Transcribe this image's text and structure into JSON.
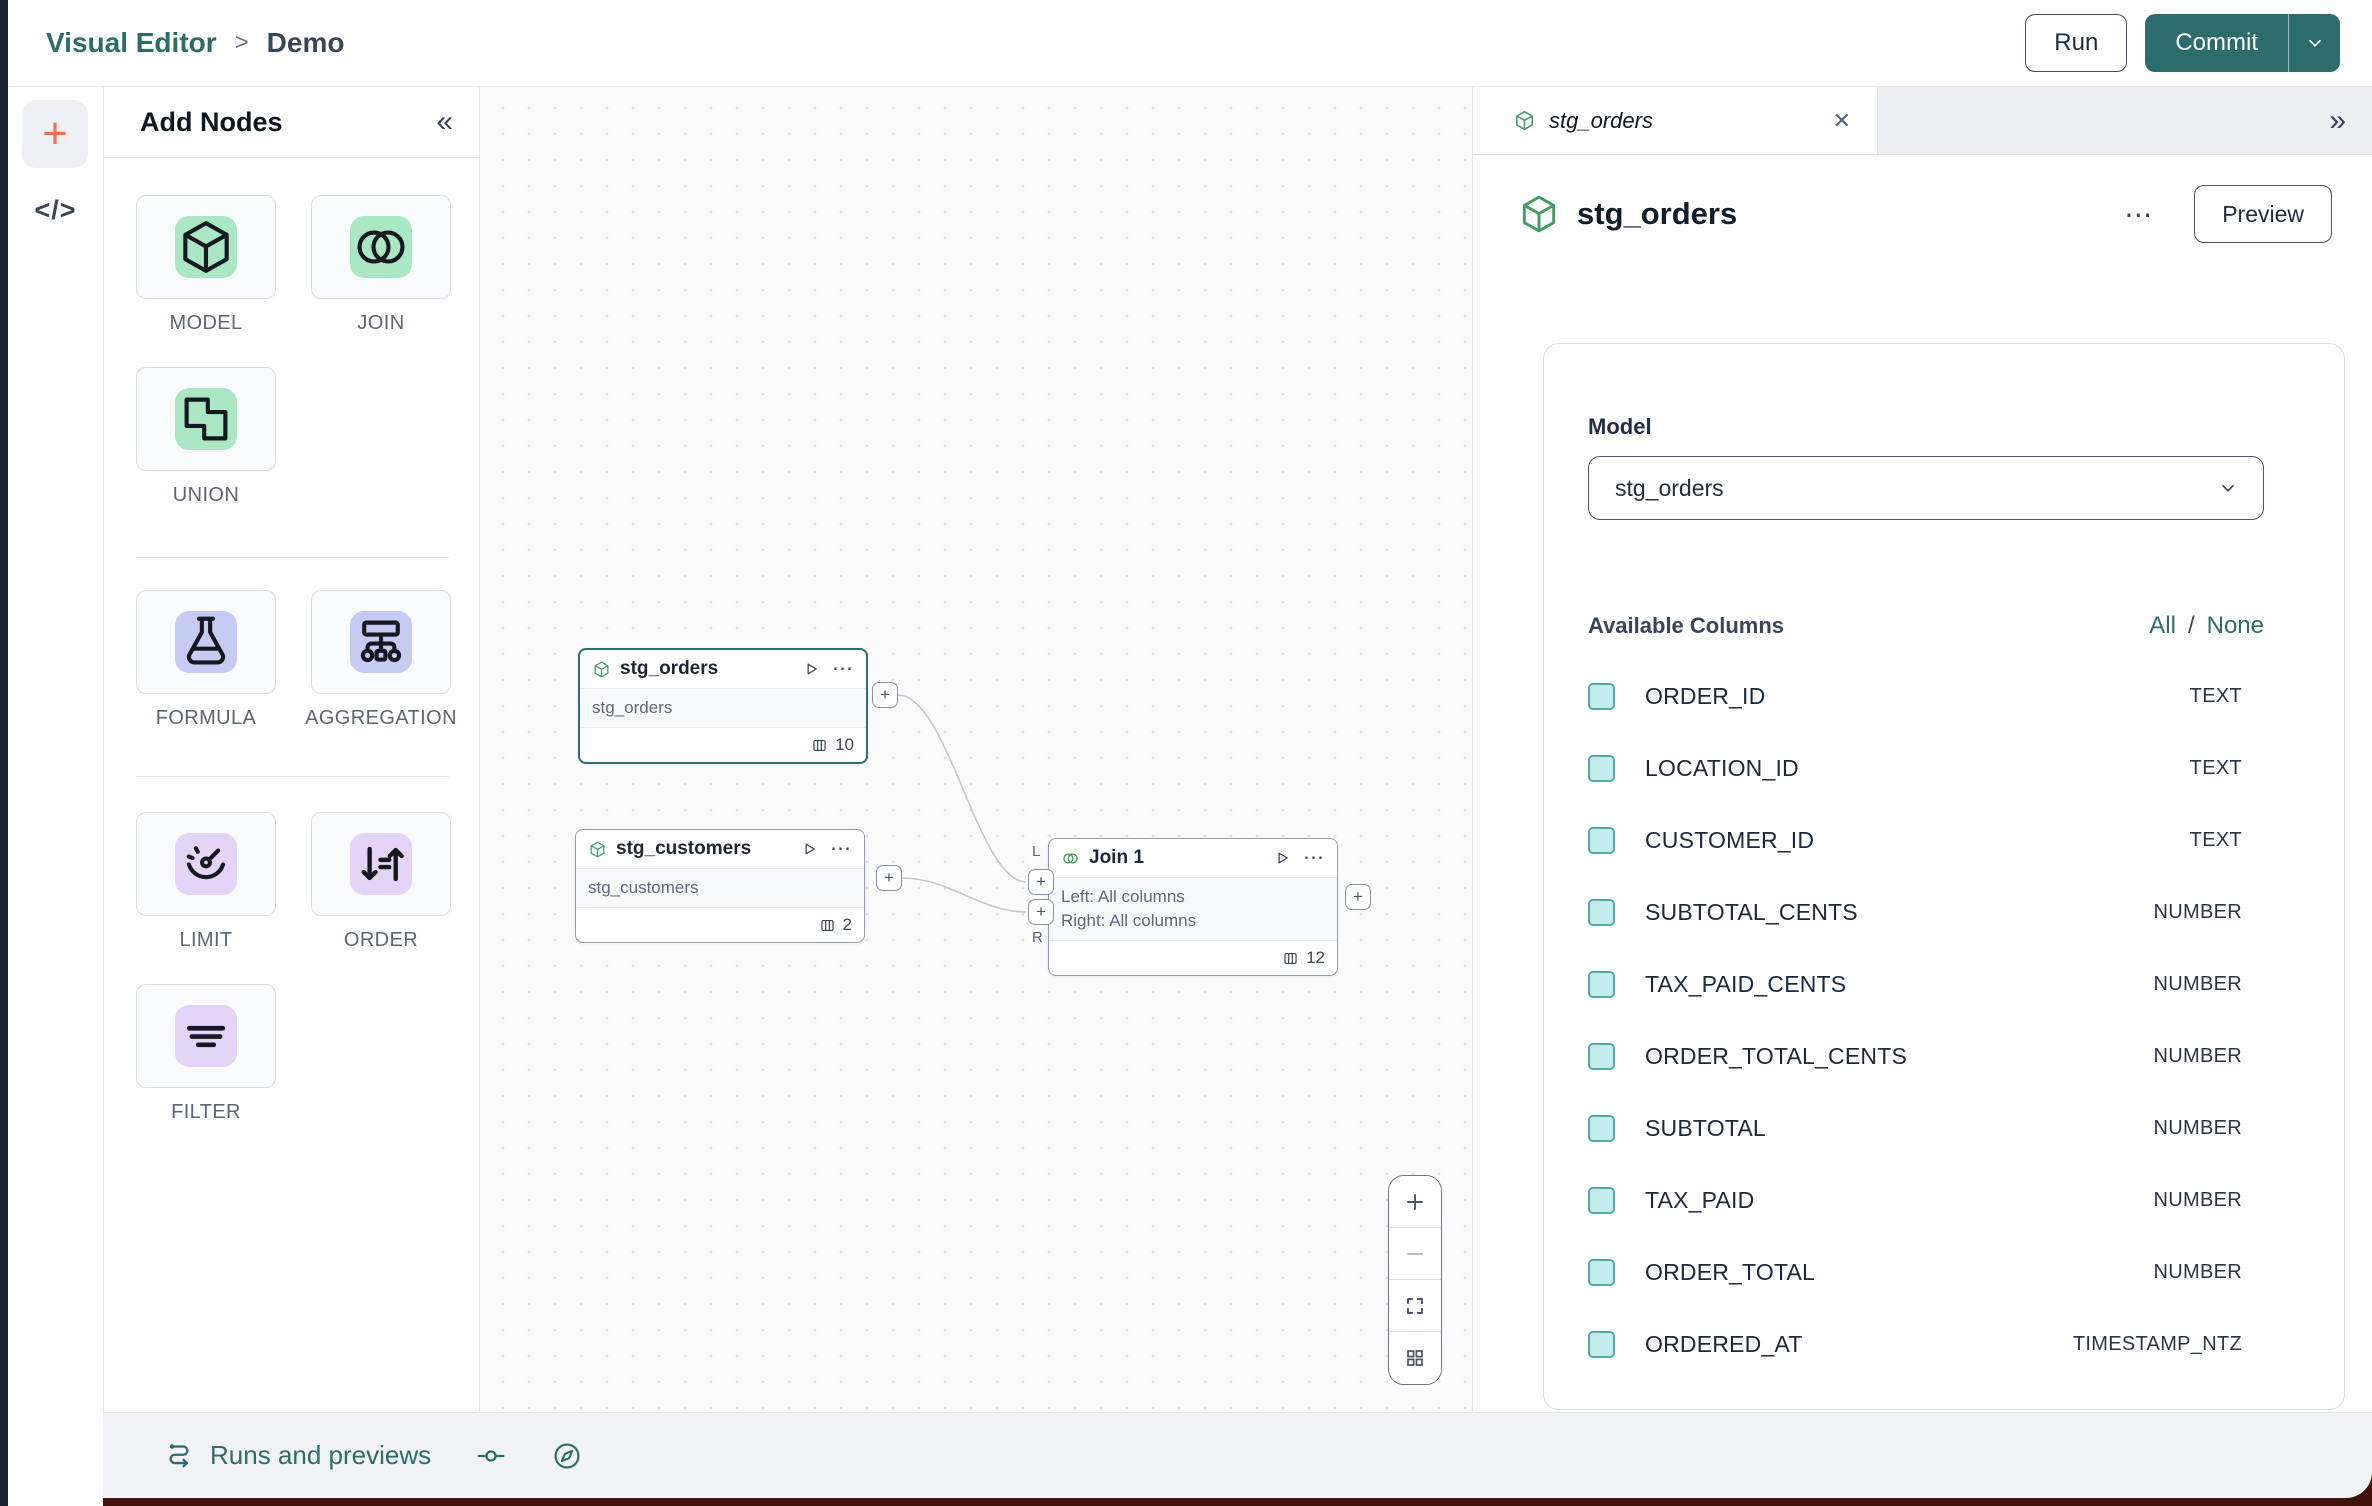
{
  "topbar": {
    "breadcrumb": {
      "root": "Visual Editor",
      "separator": ">",
      "current": "Demo"
    },
    "run_label": "Run",
    "commit_label": "Commit"
  },
  "icons_text": {
    "plus": "+",
    "code": "</>",
    "more": "⋯",
    "close": "✕",
    "collapse_left": "«",
    "expand_right": "»"
  },
  "palette": {
    "title": "Add Nodes",
    "groups": [
      {
        "items": [
          {
            "label": "MODEL",
            "icon": "model-cube-icon"
          },
          {
            "label": "JOIN",
            "icon": "join-icon"
          },
          {
            "label": "UNION",
            "icon": "union-icon"
          }
        ]
      },
      {
        "items": [
          {
            "label": "FORMULA",
            "icon": "formula-flask-icon"
          },
          {
            "label": "AGGREGATION",
            "icon": "aggregation-icon"
          }
        ]
      },
      {
        "items": [
          {
            "label": "LIMIT",
            "icon": "limit-gauge-icon"
          },
          {
            "label": "ORDER",
            "icon": "order-sort-icon"
          },
          {
            "label": "FILTER",
            "icon": "filter-lines-icon"
          }
        ]
      }
    ]
  },
  "canvas": {
    "port_labels": {
      "left": "L",
      "right": "R"
    },
    "nodes": {
      "stg_orders": {
        "title": "stg_orders",
        "subtitle": "stg_orders",
        "column_count": "10"
      },
      "stg_customers": {
        "title": "stg_customers",
        "subtitle": "stg_customers",
        "column_count": "2"
      },
      "join": {
        "title": "Join 1",
        "line1": "Left: All columns",
        "line2": "Right: All columns",
        "column_count": "12"
      }
    }
  },
  "inspector": {
    "tab_title": "stg_orders",
    "title": "stg_orders",
    "preview_label": "Preview",
    "model_label": "Model",
    "model_value": "stg_orders",
    "columns_header": "Available Columns",
    "select_all": "All",
    "select_separator": "/",
    "select_none": "None",
    "columns": [
      {
        "name": "ORDER_ID",
        "type": "TEXT"
      },
      {
        "name": "LOCATION_ID",
        "type": "TEXT"
      },
      {
        "name": "CUSTOMER_ID",
        "type": "TEXT"
      },
      {
        "name": "SUBTOTAL_CENTS",
        "type": "NUMBER"
      },
      {
        "name": "TAX_PAID_CENTS",
        "type": "NUMBER"
      },
      {
        "name": "ORDER_TOTAL_CENTS",
        "type": "NUMBER"
      },
      {
        "name": "SUBTOTAL",
        "type": "NUMBER"
      },
      {
        "name": "TAX_PAID",
        "type": "NUMBER"
      },
      {
        "name": "ORDER_TOTAL",
        "type": "NUMBER"
      },
      {
        "name": "ORDERED_AT",
        "type": "TIMESTAMP_NTZ"
      }
    ]
  },
  "footer": {
    "runs_label": "Runs and previews"
  },
  "colors": {
    "accent_teal": "#2c6c6c",
    "selected_node_border": "#2e6f6f",
    "node_icon_green": "#3f9e63",
    "palette_green": "#a9e8c3",
    "palette_blue": "#c5cbf2",
    "palette_purple": "#e3d4f8",
    "checkbox_fill": "#c3ecec",
    "checkbox_border": "#55a8a8",
    "plus_orange": "#f0714b",
    "window_edge_dark": "#1b2334",
    "corner_reveal": "#411308"
  }
}
